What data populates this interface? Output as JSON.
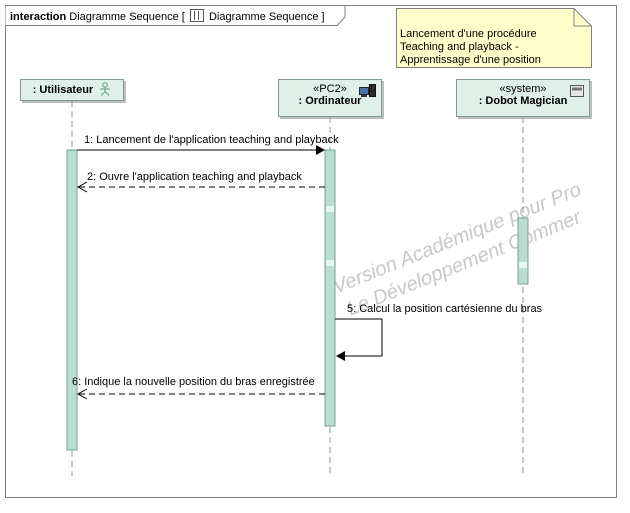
{
  "frame": {
    "keyword": "interaction",
    "title_text": "Diagramme Sequence [",
    "title_inner": "Diagramme Sequence ]"
  },
  "note": {
    "text": "Lancement d'une procédure\nTeaching and playback -\nApprentissage d'une position"
  },
  "lifelines": [
    {
      "stereotype": "",
      "name": ": Utilisateur",
      "icon": "actor-icon"
    },
    {
      "stereotype": "«PC2»",
      "name": ": Ordinateur",
      "icon": "computer-icon"
    },
    {
      "stereotype": "«system»",
      "name": ": Dobot Magician",
      "icon": "system-box-icon"
    }
  ],
  "messages": [
    {
      "label": "1: Lancement de l'application teaching and playback",
      "type": "sync"
    },
    {
      "label": "2: Ouvre l'application teaching and playback",
      "type": "reply"
    },
    {
      "label": "5: Calcul la position cartésienne du bras",
      "type": "self"
    },
    {
      "label": "6: Indique la nouvelle position du bras enregistrée",
      "type": "reply"
    }
  ],
  "watermark": {
    "line1": "Version Académique pour Pro",
    "line2": "Le Développement Commer"
  },
  "colors": {
    "activation_fill": "#b9ddcf",
    "activation_stroke": "#7d9e90",
    "note_fill": "#ffffcc"
  }
}
